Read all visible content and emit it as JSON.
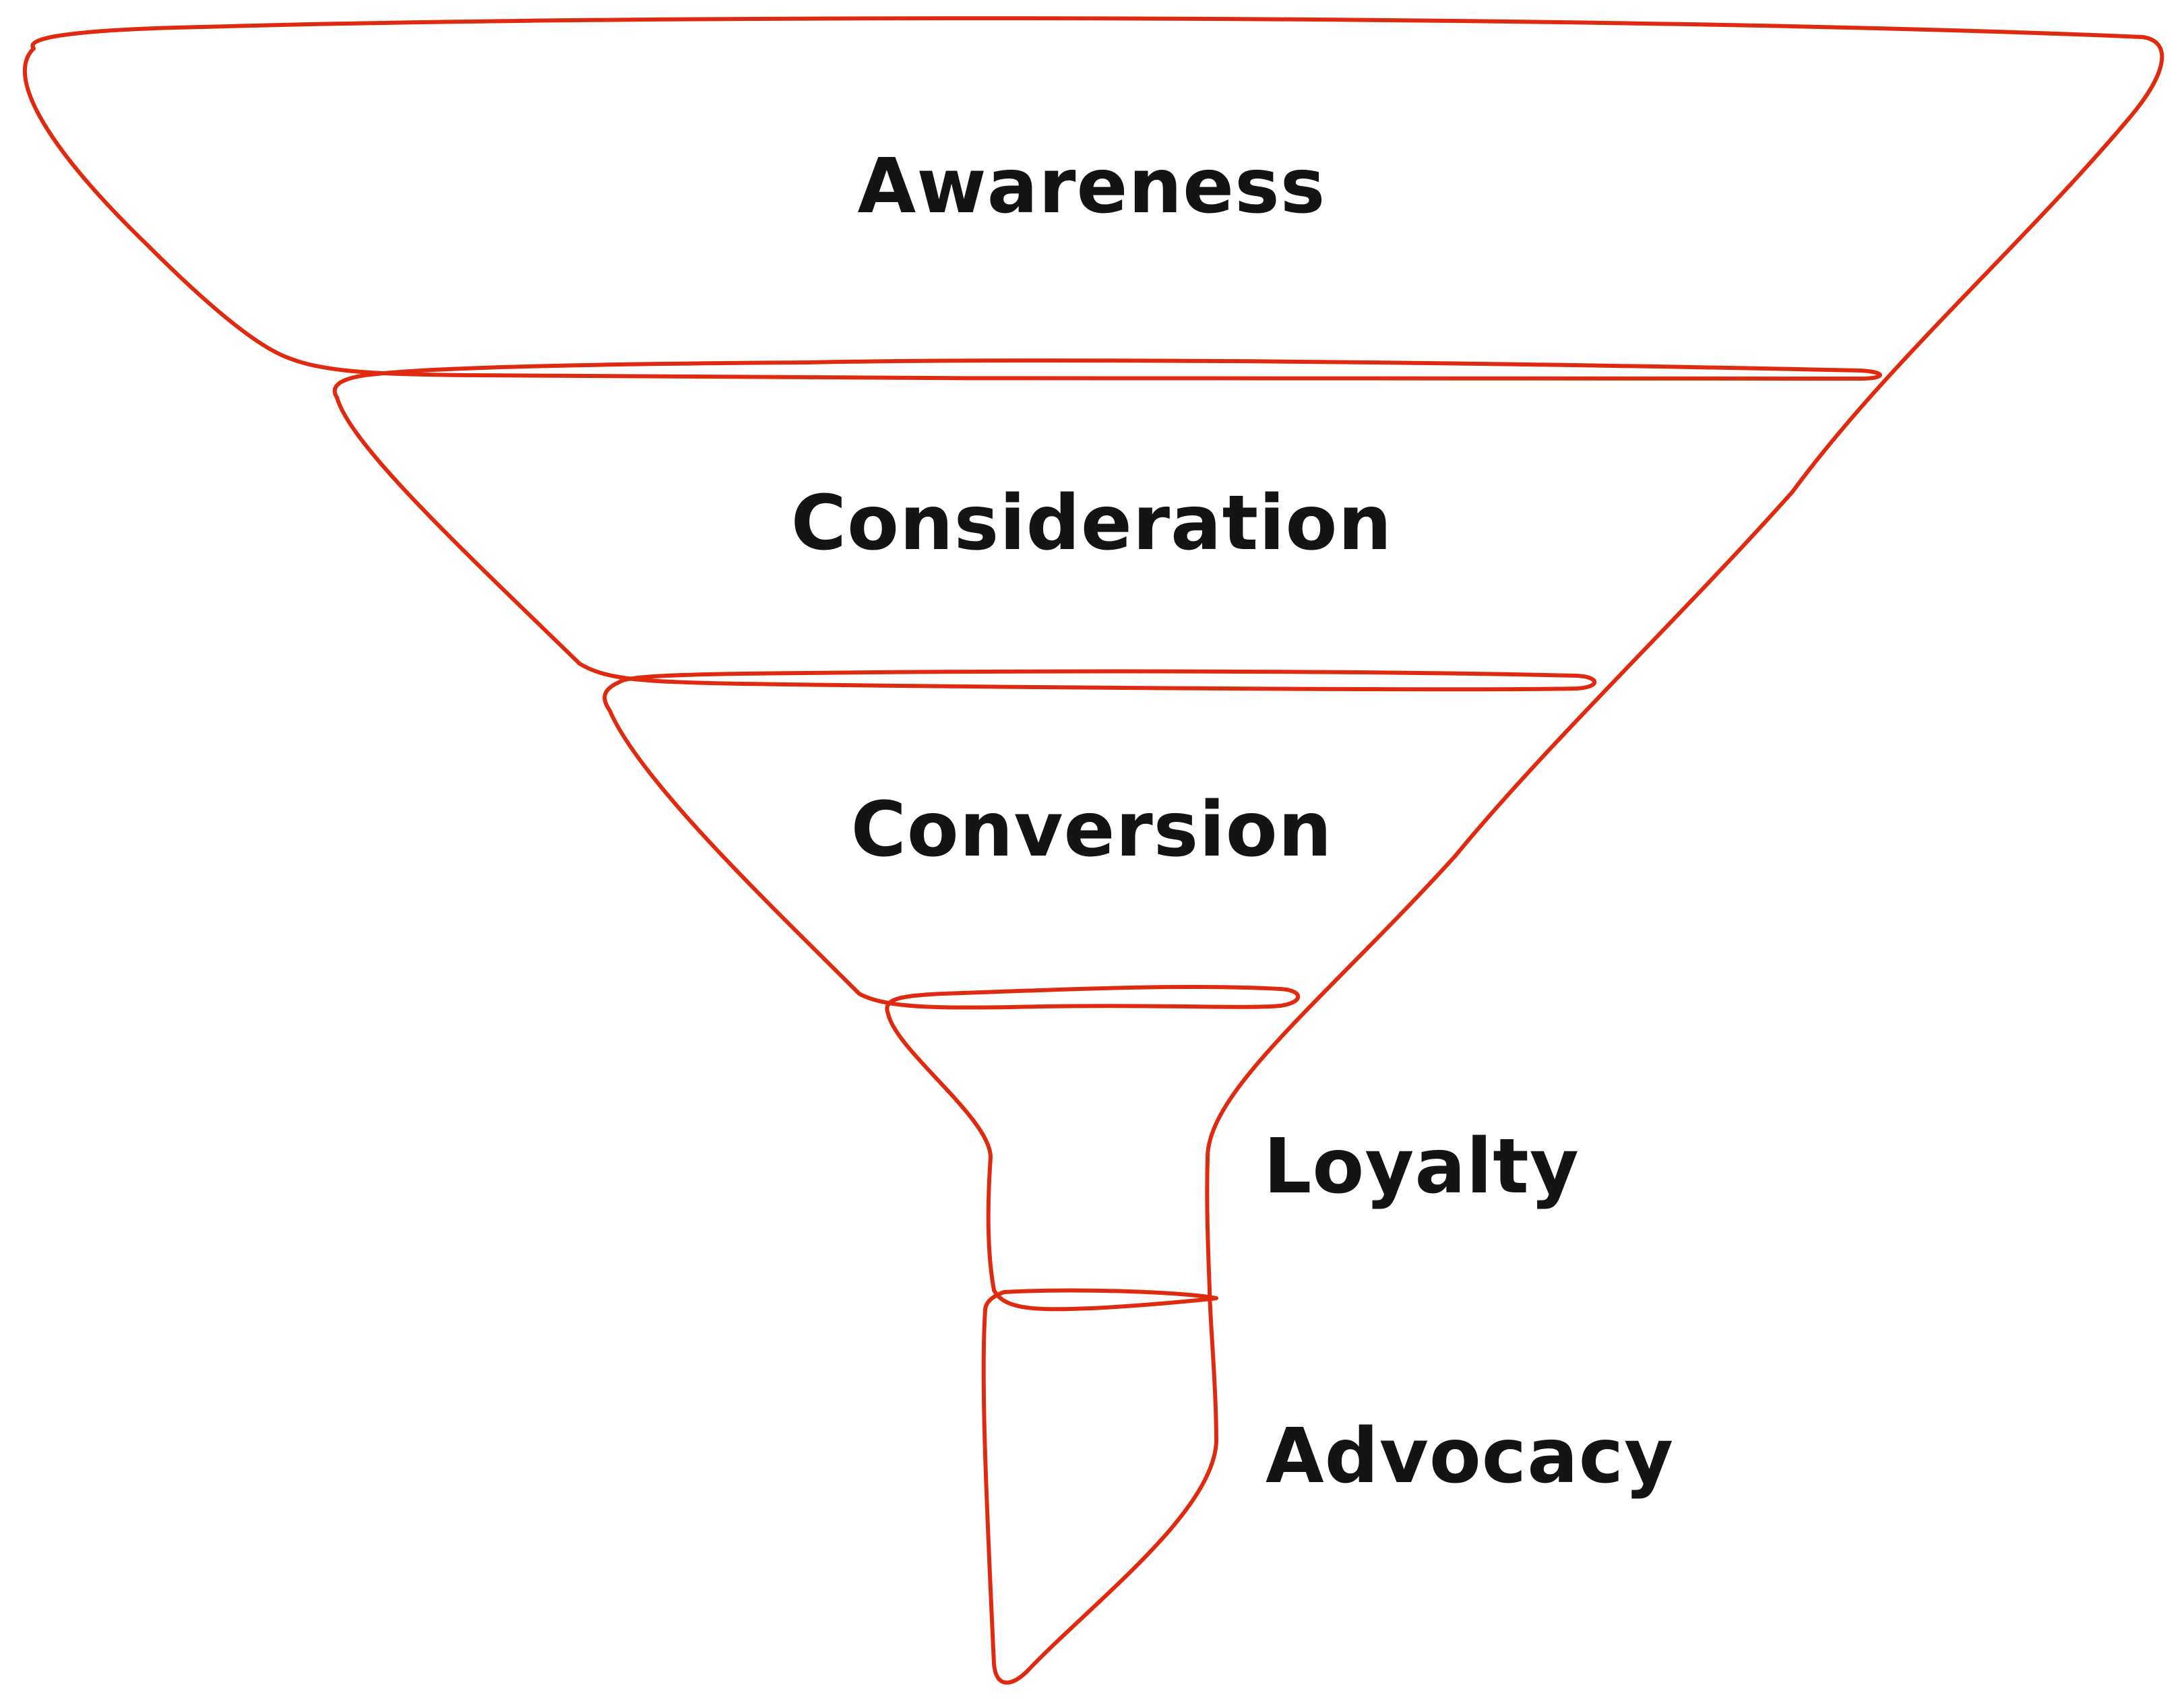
{
  "diagram": {
    "type": "funnel",
    "stages": [
      {
        "id": "awareness",
        "label": "Awareness"
      },
      {
        "id": "consideration",
        "label": "Consideration"
      },
      {
        "id": "conversion",
        "label": "Conversion"
      },
      {
        "id": "loyalty",
        "label": "Loyalty"
      },
      {
        "id": "advocacy",
        "label": "Advocacy"
      }
    ]
  },
  "colors": {
    "outline": "#E02A10",
    "text": "#141414",
    "background": "#FFFFFF"
  }
}
